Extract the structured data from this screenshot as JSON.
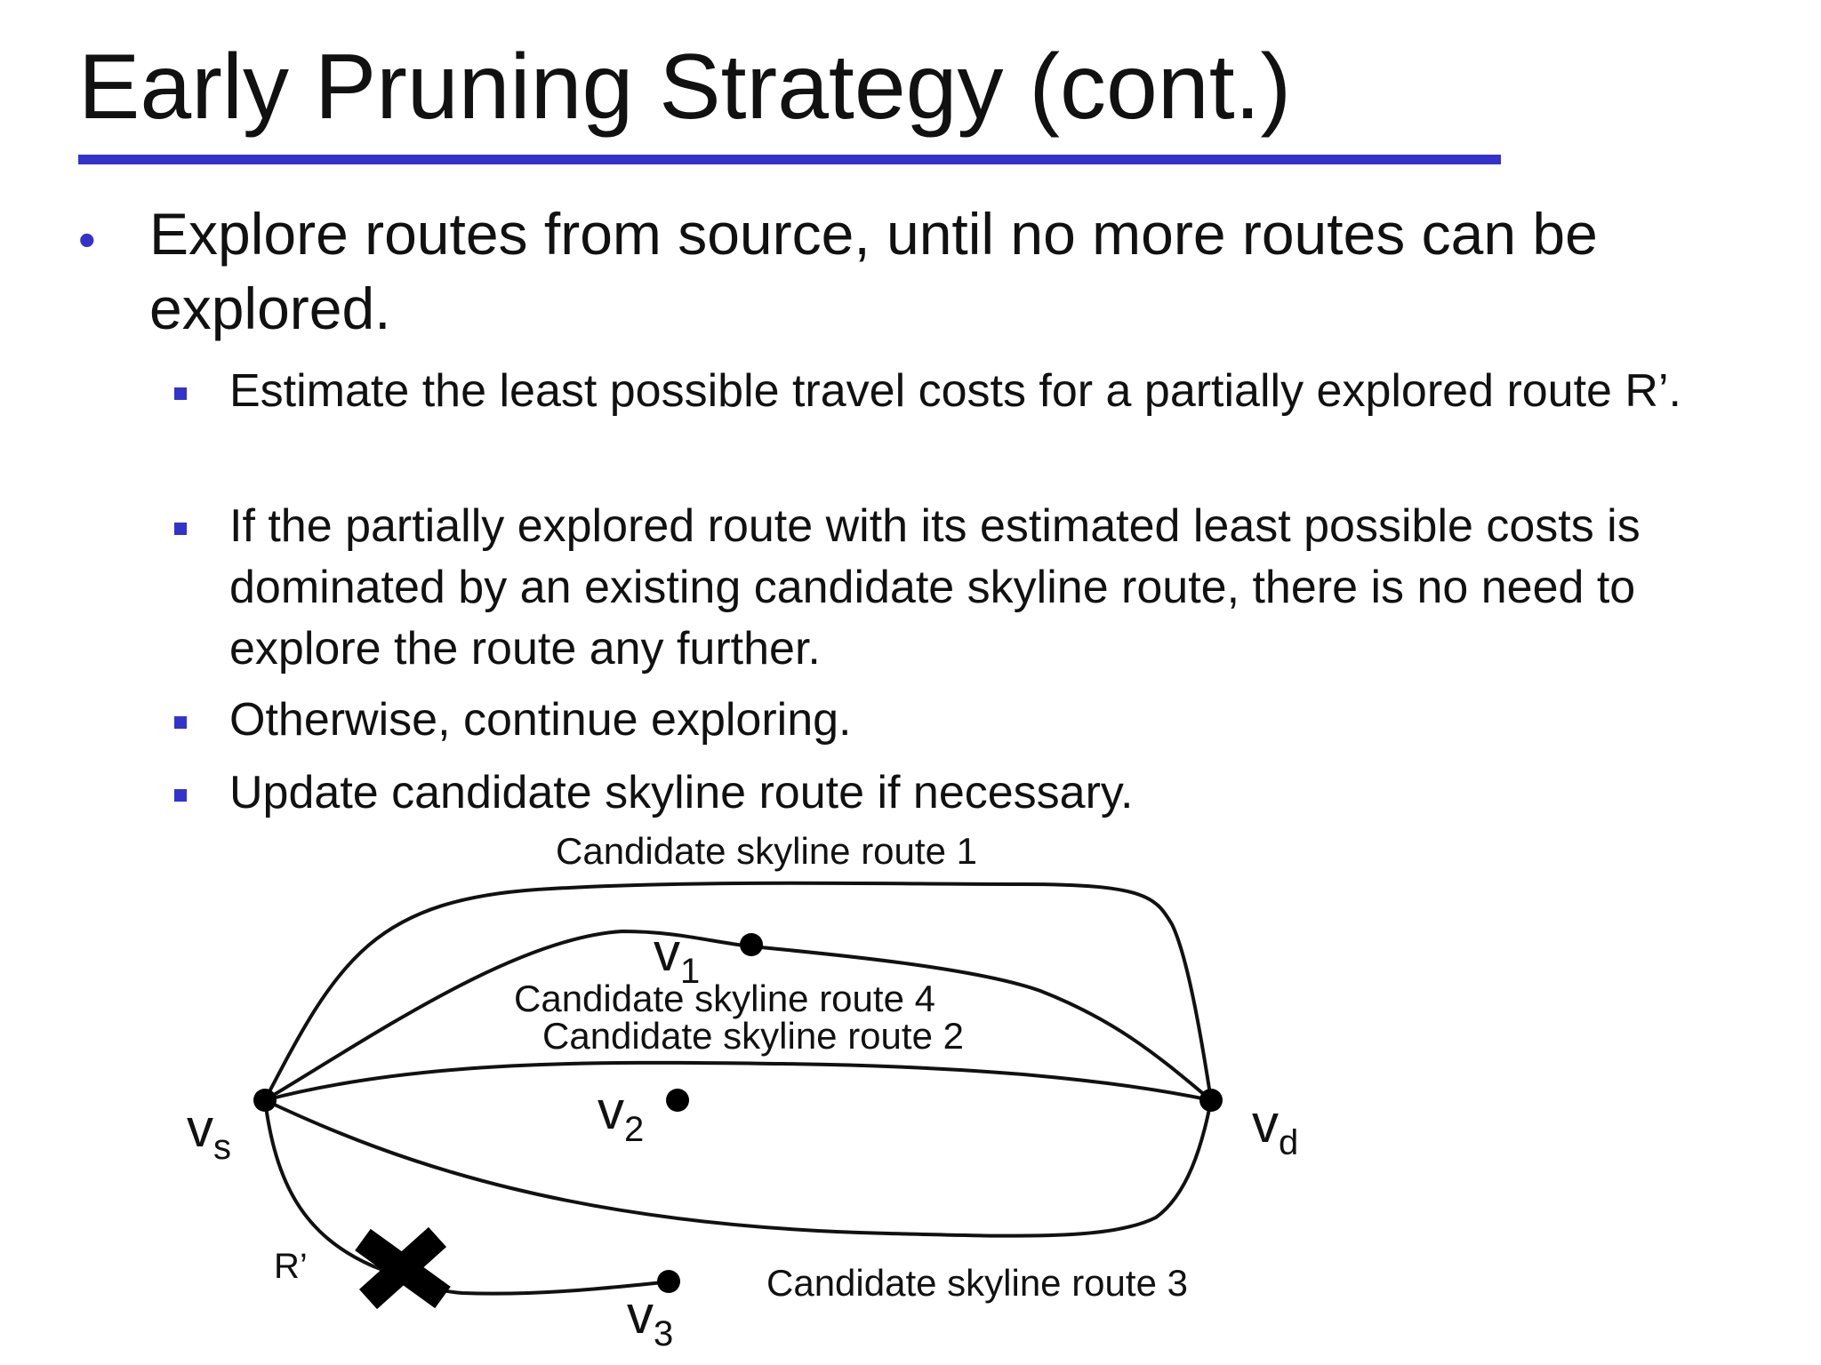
{
  "slide": {
    "title": "Early Pruning Strategy (cont.)",
    "colors": {
      "accent": "#3333cc",
      "text": "#111111",
      "background": "#ffffff"
    },
    "bullet": {
      "marker": "•",
      "text": "Explore routes from source, until no more routes can be explored.",
      "sub_bullets": [
        "Estimate the least possible travel costs for a partially explored route R’.",
        "If the partially explored route with its estimated least possible costs is dominated by an existing candidate skyline route, there is no need to explore the route any further.",
        "Otherwise, continue exploring.",
        "Update candidate skyline route if necessary."
      ]
    }
  },
  "diagram": {
    "nodes": {
      "vs": {
        "base": "v",
        "sub": "s"
      },
      "vd": {
        "base": "v",
        "sub": "d"
      },
      "v1": {
        "base": "v",
        "sub": "1"
      },
      "v2": {
        "base": "v",
        "sub": "2"
      },
      "v3": {
        "base": "v",
        "sub": "3"
      }
    },
    "routes": {
      "route1": "Candidate skyline route 1",
      "route2": "Candidate skyline route 2",
      "route3": "Candidate skyline route 3",
      "route4": "Candidate skyline route 4"
    },
    "partial_route_label": "R’",
    "pruned_marker_icon": "x-mark-icon"
  }
}
